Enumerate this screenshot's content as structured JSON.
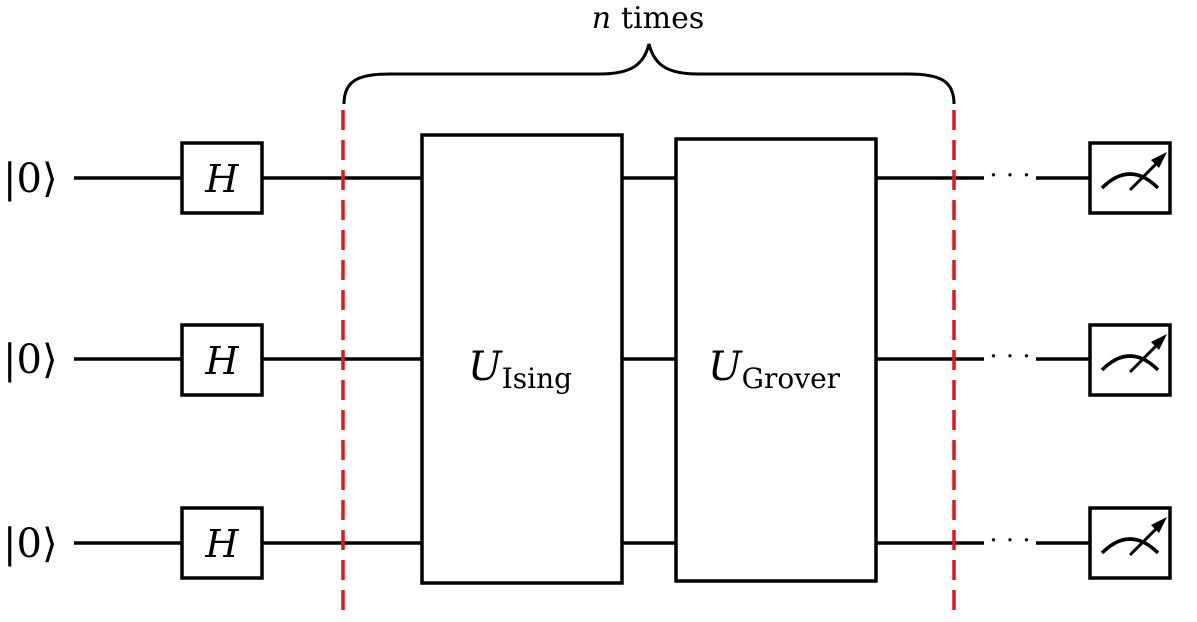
{
  "title": {
    "var": "n",
    "text": "times"
  },
  "qubits": [
    {
      "state_open": "|",
      "state_value": "0",
      "state_close": "⟩",
      "gate": "H"
    },
    {
      "state_open": "|",
      "state_value": "0",
      "state_close": "⟩",
      "gate": "H"
    },
    {
      "state_open": "|",
      "state_value": "0",
      "state_close": "⟩",
      "gate": "H"
    }
  ],
  "blocks": [
    {
      "symbol": "U",
      "subscript": "Ising"
    },
    {
      "symbol": "U",
      "subscript": "Grover"
    }
  ],
  "ellipsis": "· · ·",
  "icons": {
    "measurement": "meter-icon",
    "brace": "curly-brace"
  },
  "colors": {
    "wire": "#000000",
    "barrier": "#e8141c"
  }
}
